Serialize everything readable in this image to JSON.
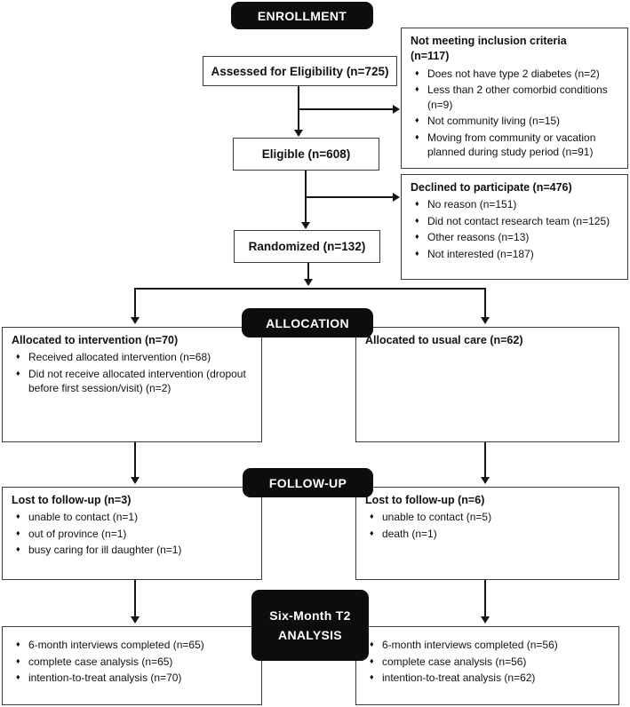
{
  "banners": {
    "enrollment": "ENROLLMENT",
    "allocation": "ALLOCATION",
    "follow_up": "FOLLOW-UP",
    "analysis": [
      "Six-Month T2",
      "ANALYSIS"
    ]
  },
  "colors": {
    "banner_bg": "#0d0d0d",
    "banner_text": "#ffffff",
    "box_border": "#3c3c3c",
    "connector": "#151515"
  },
  "boxes": {
    "assessed": {
      "label": "Assessed for Eligibility (n=725)"
    },
    "not_meeting_criteria": {
      "title": "Not meeting inclusion criteria (n=117)",
      "bullets": [
        "Does not have type 2 diabetes (n=2)",
        "Less than 2 other comorbid conditions (n=9)",
        "Not community living (n=15)",
        "Moving from community or vacation planned during study period (n=91)"
      ]
    },
    "eligible": {
      "label": "Eligible (n=608)"
    },
    "declined": {
      "title": "Declined to participate (n=476)",
      "bullets": [
        "No reason (n=151)",
        "Did not contact research team (n=125)",
        "Other reasons (n=13)",
        "Not interested (n=187)"
      ]
    },
    "randomized": {
      "label": "Randomized (n=132)"
    },
    "allocated_intervention": {
      "title": "Allocated to intervention (n=70)",
      "bullets": [
        "Received allocated intervention (n=68)",
        "Did not receive allocated intervention (dropout before first session/visit) (n=2)"
      ]
    },
    "allocated_usual_care": {
      "title": "Allocated to usual care (n=62)"
    },
    "lost_followup_intervention": {
      "title": "Lost to follow-up (n=3)",
      "bullets": [
        "unable to contact (n=1)",
        "out of province (n=1)",
        "busy caring for ill daughter (n=1)"
      ]
    },
    "lost_followup_usual_care": {
      "title": "Lost to follow-up (n=6)",
      "bullets": [
        "unable to contact (n=5)",
        "death (n=1)"
      ]
    },
    "analysis_intervention": {
      "bullets": [
        "6-month interviews completed (n=65)",
        "complete case analysis (n=65)",
        "intention-to-treat analysis (n=70)"
      ]
    },
    "analysis_usual_care": {
      "bullets": [
        "6-month interviews completed (n=56)",
        "complete case analysis (n=56)",
        "intention-to-treat analysis (n=62)"
      ]
    }
  }
}
